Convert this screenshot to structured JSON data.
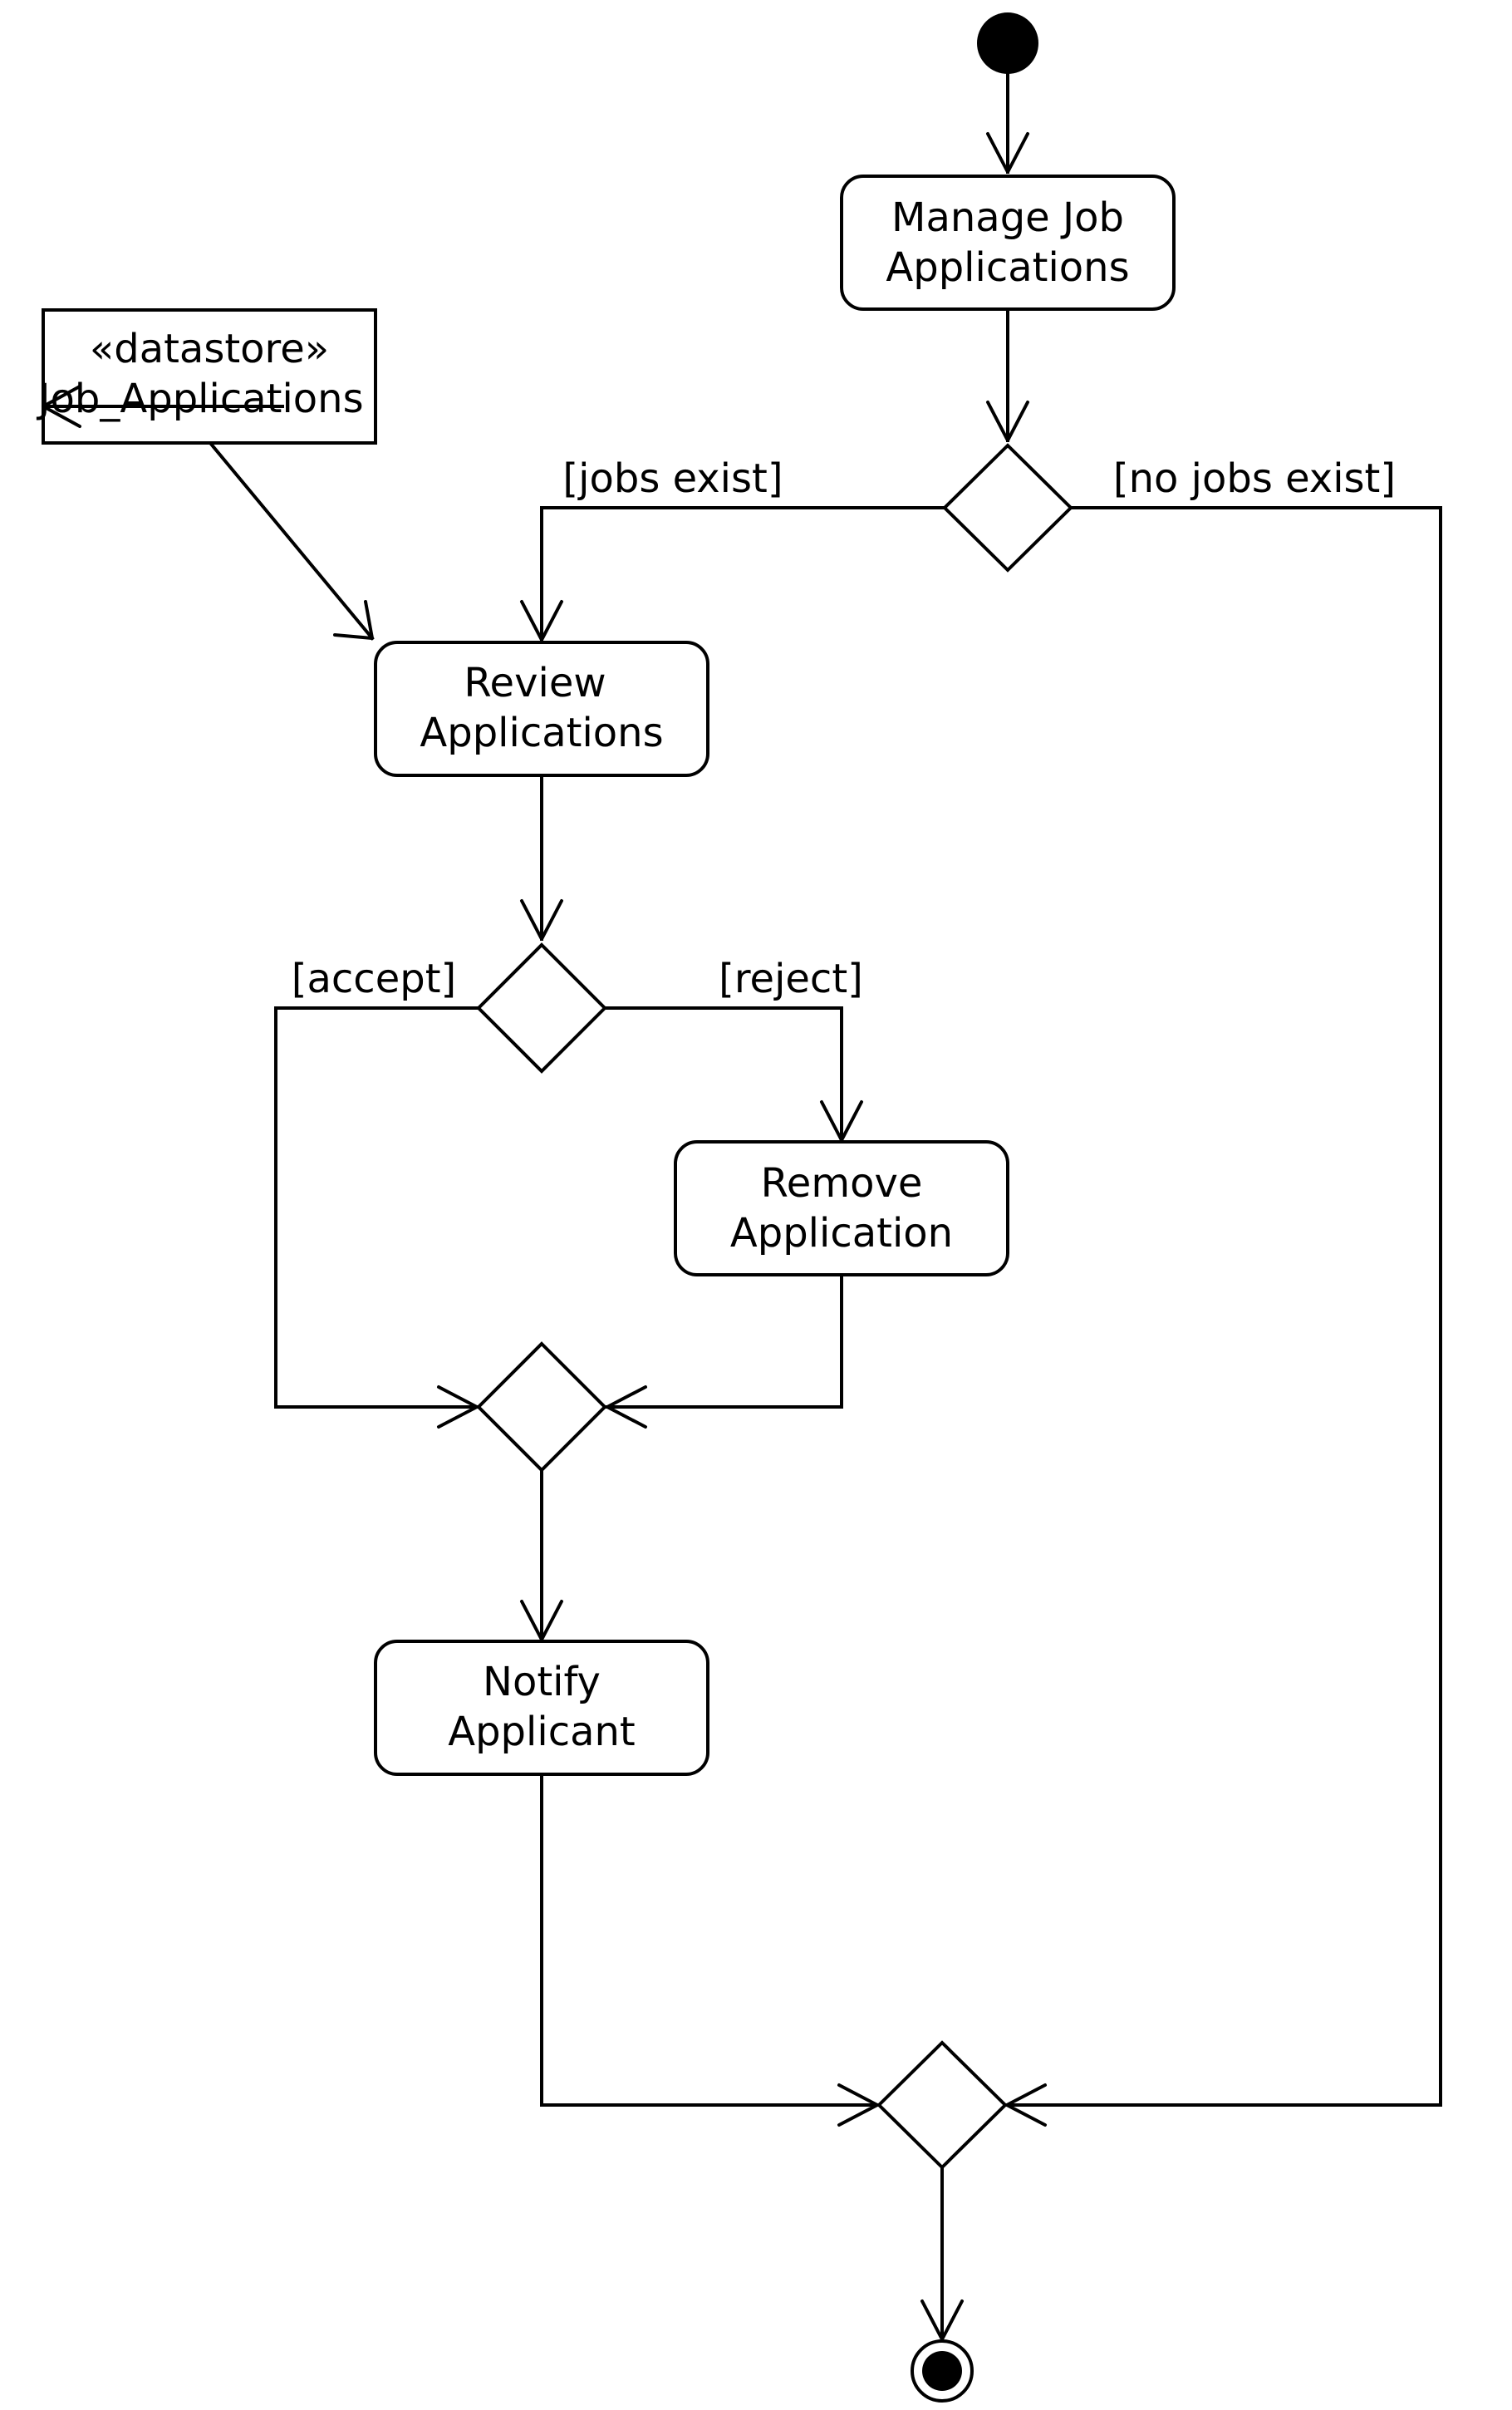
{
  "diagram": {
    "datastore": {
      "stereotype": "«datastore»",
      "name": "Job_Applications"
    },
    "actions": {
      "manage": {
        "line1": "Manage Job",
        "line2": "Applications"
      },
      "review": {
        "line1": "Review",
        "line2": "Applications"
      },
      "remove": {
        "line1": "Remove",
        "line2": "Application"
      },
      "notify": {
        "line1": "Notify",
        "line2": "Applicant"
      }
    },
    "guards": {
      "jobs_exist": "[jobs exist]",
      "no_jobs_exist": "[no jobs exist]",
      "accept": "[accept]",
      "reject": "[reject]"
    }
  }
}
